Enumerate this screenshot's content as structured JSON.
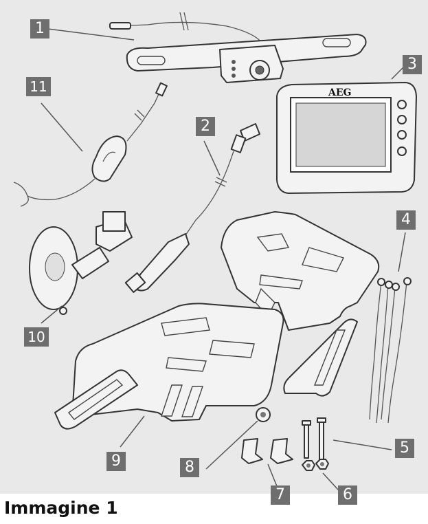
{
  "figure": {
    "background": "#e9e9e9",
    "badge_color": "#6e6e6e",
    "caption": "Immagine 1",
    "brand_on_monitor": "AEG"
  },
  "callouts": [
    {
      "id": "1",
      "label": "1",
      "part": "license-plate-camera"
    },
    {
      "id": "2",
      "label": "2",
      "part": "car-charger-cable"
    },
    {
      "id": "3",
      "label": "3",
      "part": "monitor"
    },
    {
      "id": "4",
      "label": "4",
      "part": "cable-ties"
    },
    {
      "id": "5",
      "label": "5",
      "part": "screws"
    },
    {
      "id": "6",
      "label": "6",
      "part": "nuts"
    },
    {
      "id": "7",
      "label": "7",
      "part": "clips"
    },
    {
      "id": "8",
      "label": "8",
      "part": "washer-nut"
    },
    {
      "id": "9",
      "label": "9",
      "part": "mounting-plates"
    },
    {
      "id": "10",
      "label": "10",
      "part": "suction-mount"
    },
    {
      "id": "11",
      "label": "11",
      "part": "power-cable-with-switch"
    }
  ]
}
